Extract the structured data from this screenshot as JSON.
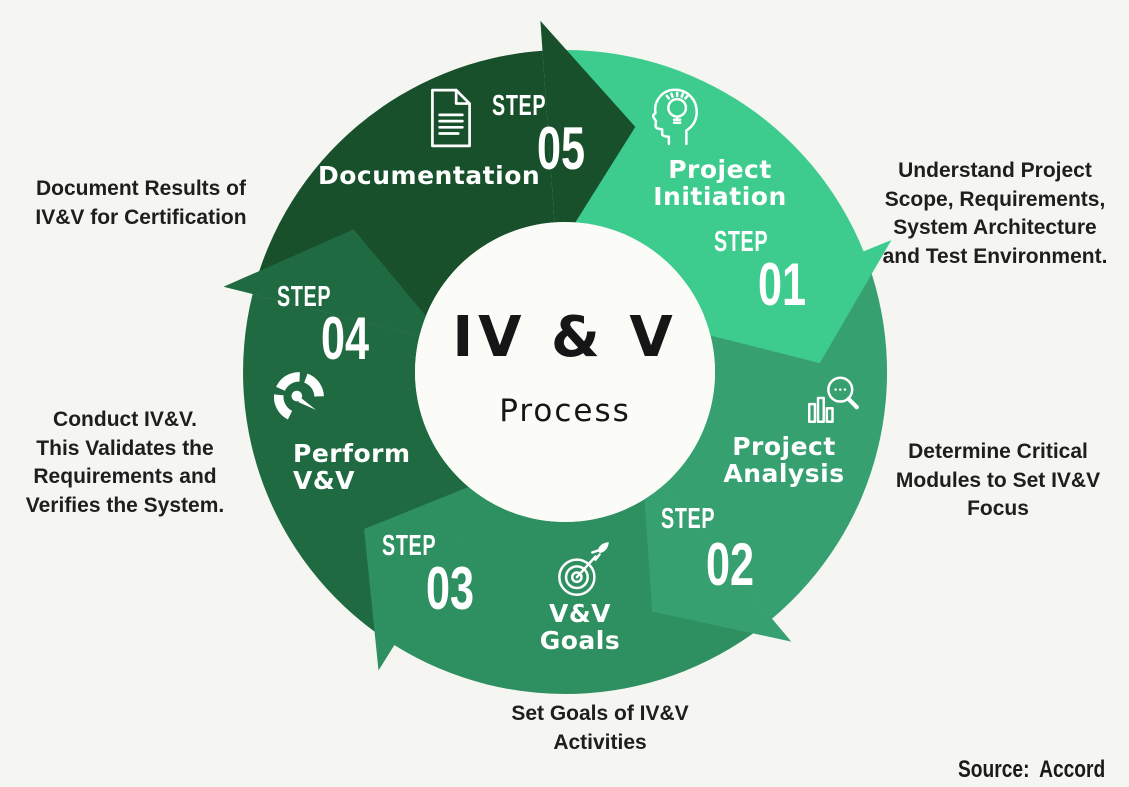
{
  "background": "#f5f5f2",
  "center": {
    "title": "IV & V",
    "subtitle": "Process",
    "circle_color": "#fbfbf8",
    "text_color": "#161616"
  },
  "source": {
    "label": "Source:",
    "value": "Accord"
  },
  "steps": [
    {
      "step_word": "STEP",
      "number": "01",
      "label": "Project\nInitiation",
      "icon": "head-lightbulb-icon",
      "color": "#3ecb8e",
      "description": "Understand Project\nScope, Requirements,\nSystem Architecture\nand Test Environment."
    },
    {
      "step_word": "STEP",
      "number": "02",
      "label": "Project\nAnalysis",
      "icon": "chart-magnifier-icon",
      "color": "#37a071",
      "description": "Determine Critical\nModules to Set IV&V\nFocus"
    },
    {
      "step_word": "STEP",
      "number": "03",
      "label": "V&V\nGoals",
      "icon": "target-dart-icon",
      "color": "#2e9060",
      "description": "Set Goals of IV&V\nActivities"
    },
    {
      "step_word": "STEP",
      "number": "04",
      "label": "Perform\nV&V",
      "icon": "gauge-icon",
      "color": "#1f6a41",
      "description": "Conduct IV&V.\nThis Validates the\nRequirements and\nVerifies the System."
    },
    {
      "step_word": "STEP",
      "number": "05",
      "label": "Documentation",
      "icon": "document-icon",
      "color": "#17502b",
      "description": "Document Results of\nIV&V for Certification"
    }
  ]
}
